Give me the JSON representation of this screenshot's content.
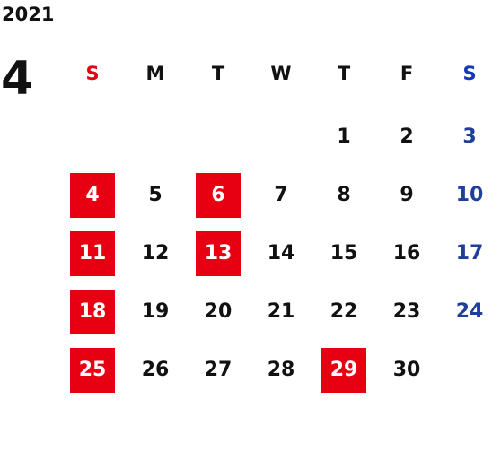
{
  "calendar": {
    "year": "2021",
    "month": "4",
    "weekday_labels": [
      "S",
      "M",
      "T",
      "W",
      "T",
      "F",
      "S"
    ],
    "weeks": [
      [
        "",
        "",
        "",
        "",
        "1",
        "2",
        "3"
      ],
      [
        "4",
        "5",
        "6",
        "7",
        "8",
        "9",
        "10"
      ],
      [
        "11",
        "12",
        "13",
        "14",
        "15",
        "16",
        "17"
      ],
      [
        "18",
        "19",
        "20",
        "21",
        "22",
        "23",
        "24"
      ],
      [
        "25",
        "26",
        "27",
        "28",
        "29",
        "30",
        ""
      ]
    ],
    "highlighted_days": [
      "4",
      "6",
      "11",
      "13",
      "18",
      "25",
      "29"
    ],
    "colors": {
      "highlight_fill": "#e60012",
      "sunday_header": "#e60012",
      "saturday_header": "#1638b4",
      "saturday_numbers": "#1f3f9a",
      "text": "#111111"
    }
  }
}
